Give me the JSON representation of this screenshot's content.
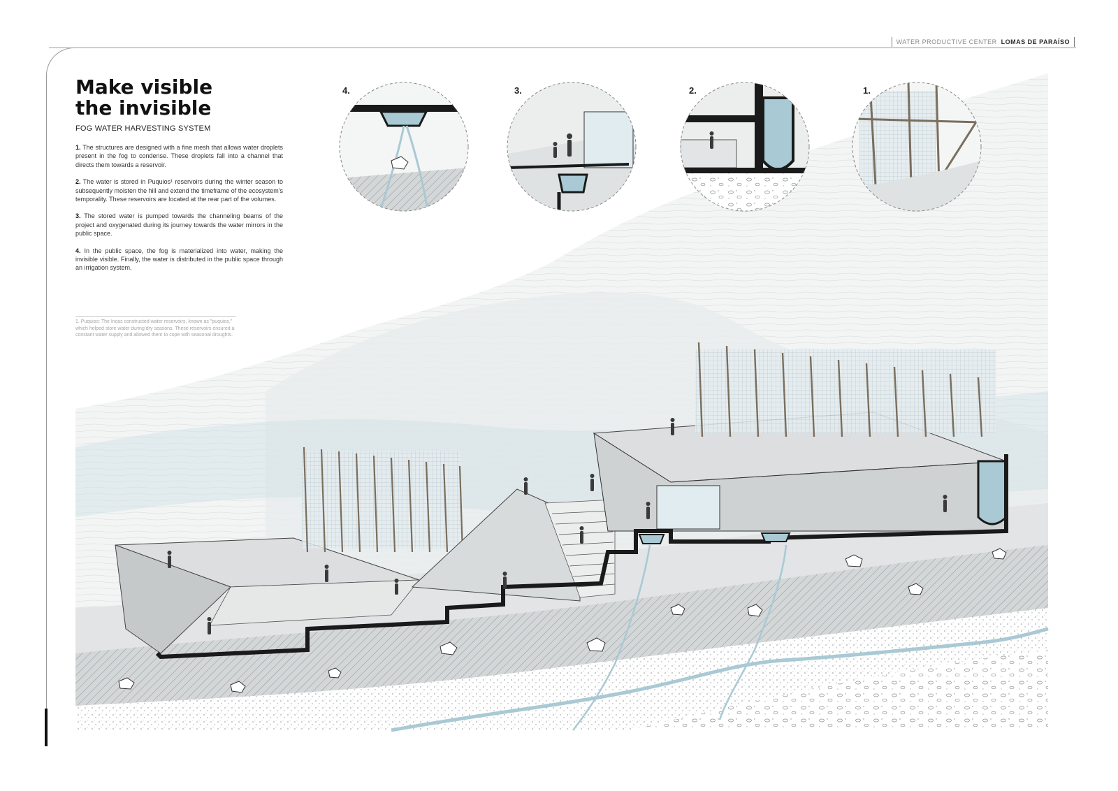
{
  "header": {
    "project": "WATER PRODUCTIVE CENTER",
    "site": "LOMAS DE PARAÍSO"
  },
  "title": {
    "line1": "Make visible",
    "line2": "the invisible",
    "subtitle": "FOG WATER HARVESTING SYSTEM"
  },
  "steps": [
    {
      "num": "1.",
      "text": "The structures are designed with a fine mesh that allows water droplets present in the fog to condense. These droplets fall into a channel that directs them towards a reservoir."
    },
    {
      "num": "2.",
      "text": "The water is stored in Puquios¹ reservoirs during the winter season to subsequently moisten the hill and extend the timeframe of the ecosystem's temporality. These reservoirs are located at the rear part of the volumes."
    },
    {
      "num": "3.",
      "text": "The stored water is pumped towards the channeling beams of the project and oxygenated during its journey towards the water mirrors in the public space."
    },
    {
      "num": "4.",
      "text": "In the public space, the fog is materialized into water, making the invisible visible. Finally, the water is distributed in the public space through an irrigation system."
    }
  ],
  "footnote": "1. Puquios: The Incas constructed water reservoirs, known as \"puquios,\" which helped store water during dry seasons. These reservoirs ensured a constant water supply and allowed them to cope with seasonal droughts.",
  "detail_circles": [
    {
      "label": "4."
    },
    {
      "label": "3."
    },
    {
      "label": "2."
    },
    {
      "label": "1."
    }
  ],
  "colors": {
    "water": "#a9c9d4",
    "ground": "#d9dcdd",
    "structure": "#1a1a1a",
    "sky": "#eef1f2"
  }
}
